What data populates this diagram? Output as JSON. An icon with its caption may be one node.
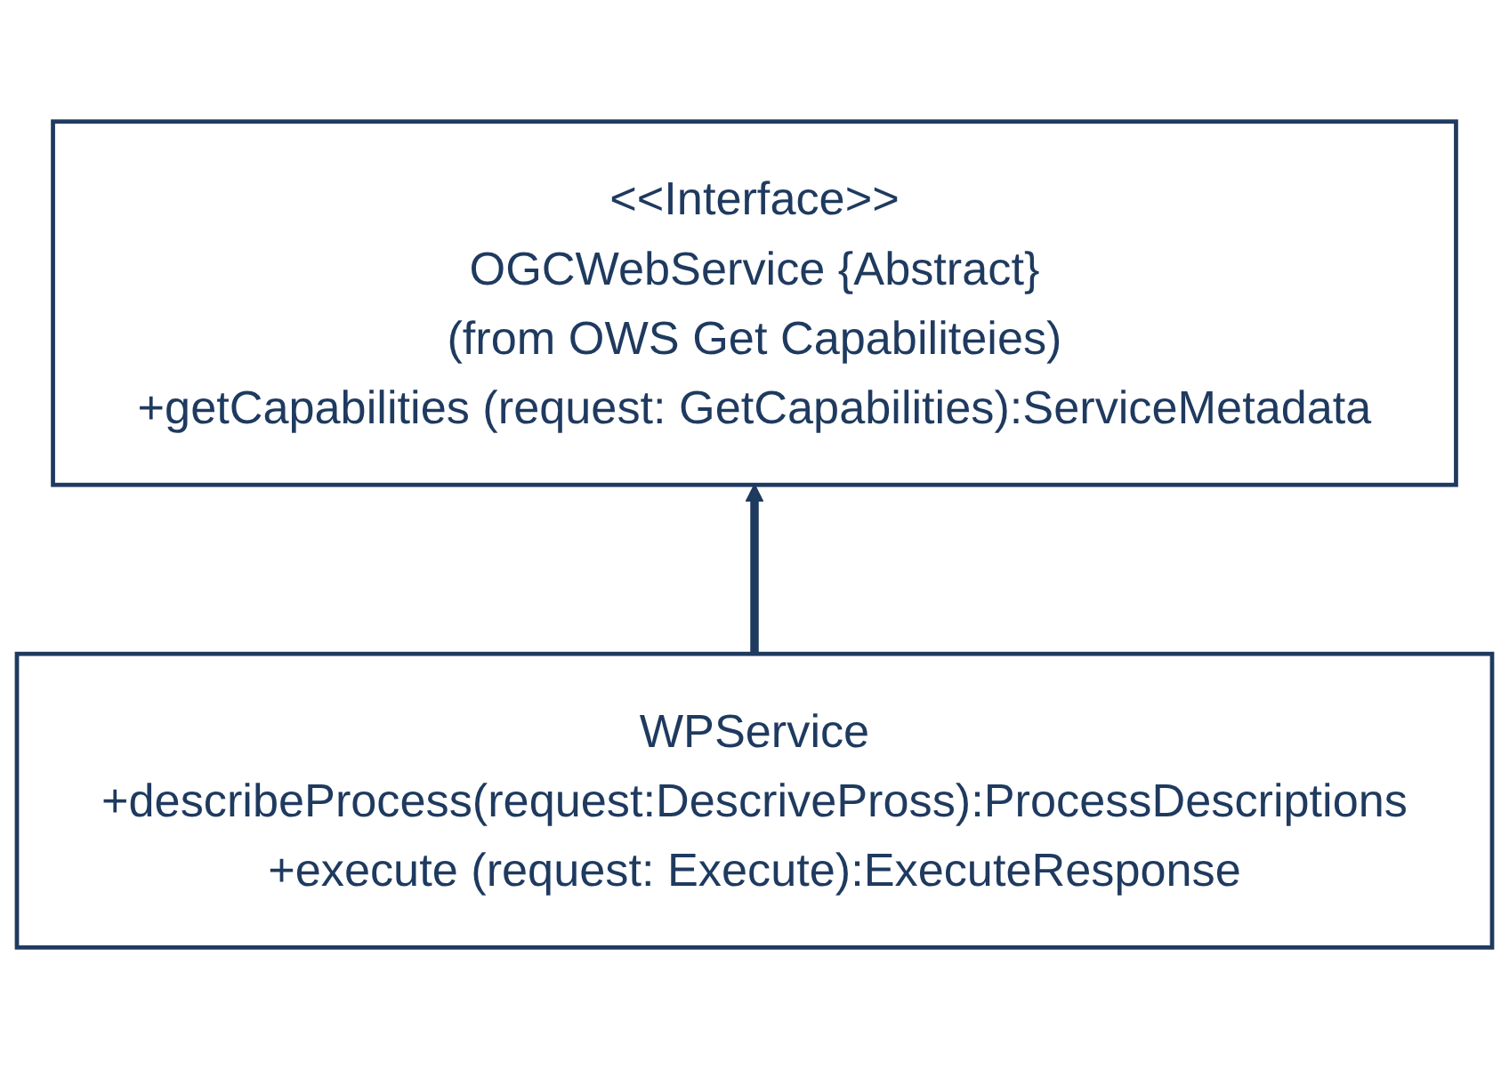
{
  "diagram": {
    "nodes": [
      {
        "text": [
          "<<Interface>>",
          "OGCWebService {Abstract}",
          "(from OWS Get Capabiliteies)",
          "+getCapabilities (request: GetCapabilities):ServiceMetadata"
        ]
      },
      {
        "text": [
          "WPService",
          "+describeProcess(request:DescrivePross):ProcessDescriptions",
          "+execute (request: Execute):ExecuteResponse"
        ]
      }
    ],
    "edges": [
      {
        "from": 1,
        "to": 0,
        "arrow": "to"
      }
    ]
  }
}
